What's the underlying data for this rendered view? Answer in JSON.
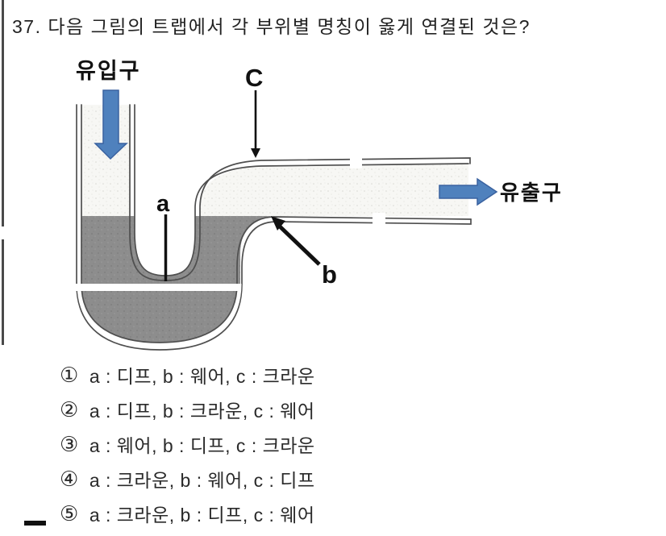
{
  "question": {
    "title": "37. 다음 그림의 트랩에서 각 부위별 명칭이 옳게 연결된 것은?"
  },
  "diagram": {
    "inlet_label": "유입구",
    "outlet_label": "유출구",
    "label_a": "a",
    "label_b": "b",
    "label_c": "C"
  },
  "options": [
    {
      "num": "①",
      "text": "a : 디프, b : 웨어, c : 크라운"
    },
    {
      "num": "②",
      "text": "a : 디프, b : 크라운, c : 웨어"
    },
    {
      "num": "③",
      "text": "a : 웨어, b : 디프, c : 크라운"
    },
    {
      "num": "④",
      "text": "a : 크라운, b : 웨어, c : 디프"
    },
    {
      "num": "⑤",
      "text": "a : 크라운, b : 디프, c : 웨어"
    }
  ],
  "colors": {
    "arrow_blue": "#4f81bd",
    "arrow_blue_border": "#3a62a0",
    "water_gray": "#8d8d8d",
    "line_gray": "#4f4f4f"
  }
}
